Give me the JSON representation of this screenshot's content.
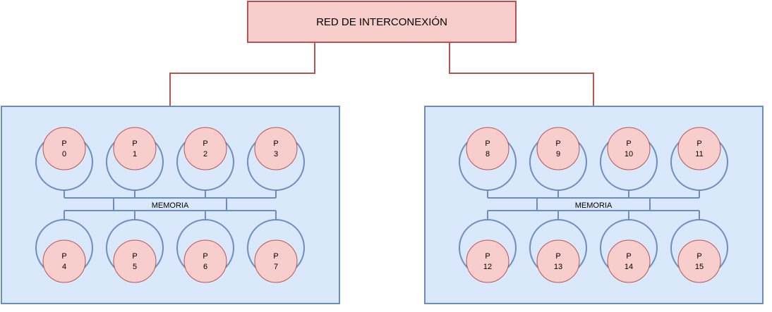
{
  "network": {
    "label": "RED DE INTERCONEXIÓN"
  },
  "nodes": [
    {
      "memory_label": "MEMORIA",
      "top": [
        {
          "letter": "P",
          "number": "0"
        },
        {
          "letter": "P",
          "number": "1"
        },
        {
          "letter": "P",
          "number": "2"
        },
        {
          "letter": "P",
          "number": "3"
        }
      ],
      "bottom": [
        {
          "letter": "P",
          "number": "4"
        },
        {
          "letter": "P",
          "number": "5"
        },
        {
          "letter": "P",
          "number": "6"
        },
        {
          "letter": "P",
          "number": "7"
        }
      ]
    },
    {
      "memory_label": "MEMORIA",
      "top": [
        {
          "letter": "P",
          "number": "8"
        },
        {
          "letter": "P",
          "number": "9"
        },
        {
          "letter": "P",
          "number": "10"
        },
        {
          "letter": "P",
          "number": "11"
        }
      ],
      "bottom": [
        {
          "letter": "P",
          "number": "12"
        },
        {
          "letter": "P",
          "number": "13"
        },
        {
          "letter": "P",
          "number": "14"
        },
        {
          "letter": "P",
          "number": "15"
        }
      ]
    }
  ],
  "colors": {
    "network_fill": "#f8cecc",
    "network_stroke": "#b85450",
    "node_fill": "#dae8fc",
    "node_stroke": "#6c8ebf"
  }
}
